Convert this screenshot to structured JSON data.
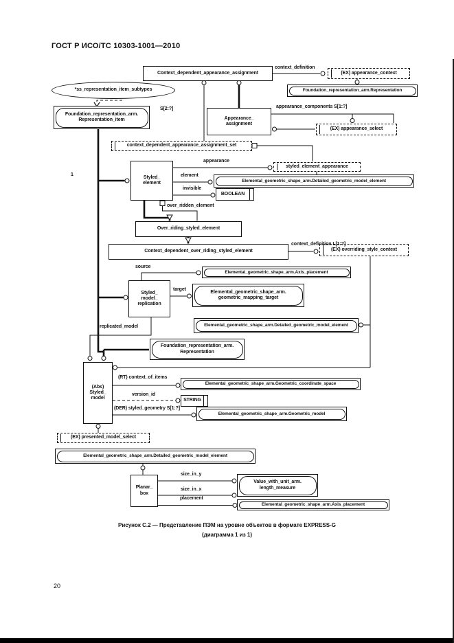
{
  "page": {
    "header": "ГОСТ Р ИСО/ТС 10303-1001—2010",
    "caption_line1": "Рисунок С.2 — Представление ПЭМ на уровне объектов в формате EXPRESS-G",
    "caption_line2": "(диаграмма 1 из 1)",
    "page_number": "20"
  },
  "diagram": {
    "nodes": {
      "ctx_dep_app_assign": "Context_dependent_appearance_assignment",
      "ex_appearance_context": "(EX) appearance_context",
      "foundation_representation": "Foundation_representation_arm.Representation",
      "ss_subtypes": "*ss_representation_item_subtypes",
      "foundation_representation_item": "Foundation_representation_arm.\nRepresentation_item",
      "appearance_assignment": "Appearance_\nassignment",
      "ex_appearance_select": "(EX) appearance_select",
      "ctx_dep_app_assign_set": "context_dependent_appearance_assignment_set",
      "styled_element": "Styled_\nelement",
      "styled_element_appearance": "styled_element_appearance",
      "detailed_gme_1": "Elemental_geometric_shape_arm.Detailed_geometric_model_element",
      "boolean": "BOOLEAN",
      "over_riding_styled_element": "Over_riding_styled_element",
      "ctx_dep_over_riding": "Context_dependent_over_riding_styled_element",
      "ex_overriding_style_context": "(EX) overriding_style_context",
      "axis_placement_1": "Elemental_geometric_shape_arm.Axis_placement",
      "styled_model_replication": "Styled_\nmodel_\nreplication",
      "geometric_mapping_target": "Elemental_geometric_shape_arm.\ngeometric_mapping_target",
      "detailed_gme_2": "Elemental_geometric_shape_arm.Detailed_geometric_model_element",
      "foundation_representation_2": "Foundation_representation_arm.\nRepresentation",
      "abs_styled_model": "(Abs)\nStyled_\nmodel",
      "geometric_coordinate_space": "Elemental_geometric_shape_arm.Geometric_coordinate_space",
      "string": "STRING",
      "geometric_model": "Elemental_geometric_shape_arm.Geometric_model",
      "ex_presented_model_select": "(EX) presented_model_select",
      "detailed_gme_3": "Elemental_geometric_shape_arm.Detailed_geometric_model_element",
      "planar_box": "Planar_\nbox",
      "length_measure": "Value_with_unit_arm.\nlength_measure",
      "axis_placement_2": "Elemental_geometric_shape_arm.Axis_placement"
    },
    "edge_labels": {
      "context_definition": "context_definition",
      "set_card": "S[2:?]",
      "appearance_components": "appearance_components S[1:?]",
      "appearance": "appearance",
      "element": "element",
      "invisible": "invisible",
      "over_ridden_element": "over_ridden_element",
      "context_definition_list": "context_definition L[1:?]",
      "source": "source",
      "target": "target",
      "replicated_model": "replicated_model",
      "one": "1",
      "rt_context_of_items": "(RT) context_of_items",
      "version_id": "version_id",
      "der_styled_geometry": "(DER) styled_geometry S[1:?]",
      "size_in_y": "size_in_y",
      "size_in_x": "size_in_x",
      "placement": "placement"
    }
  }
}
